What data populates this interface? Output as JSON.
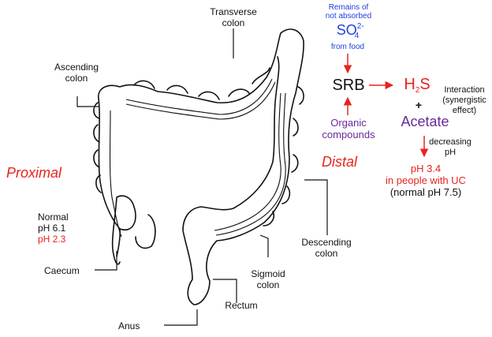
{
  "colors": {
    "blue": "#1f3fe0",
    "red": "#e8231e",
    "purple": "#6a2a9a",
    "line": "#111111"
  },
  "anatomy": {
    "transverse_colon": "Transverse\ncolon",
    "ascending_colon": "Ascending\ncolon",
    "proximal": "Proximal",
    "distal": "Distal",
    "normal_ph": "Normal\npH 6.1",
    "ph_uc_proximal": "pH 2.3",
    "caecum": "Caecum",
    "descending_colon": "Descending\ncolon",
    "sigmoid_colon": "Sigmoid\ncolon",
    "rectum": "Rectum",
    "anus": "Anus"
  },
  "pathway": {
    "sulfate_note": "Remains of\nnot absorbed",
    "so4": "SO",
    "so4_sup": "2-",
    "so4_sub": "4",
    "from_food": "from food",
    "srb": "SRB",
    "h2s_h": "H",
    "h2s_sub": "2",
    "h2s_s": "S",
    "plus": "+",
    "acetate": "Acetate",
    "interaction": "Interaction\n(synergistic\neffect)",
    "organic": "Organic\ncompounds",
    "decreasing_ph": "decreasing\npH",
    "ph_uc": "pH 3.4\nin people with UC",
    "normal_ph_distal": "(normal pH 7.5)"
  }
}
